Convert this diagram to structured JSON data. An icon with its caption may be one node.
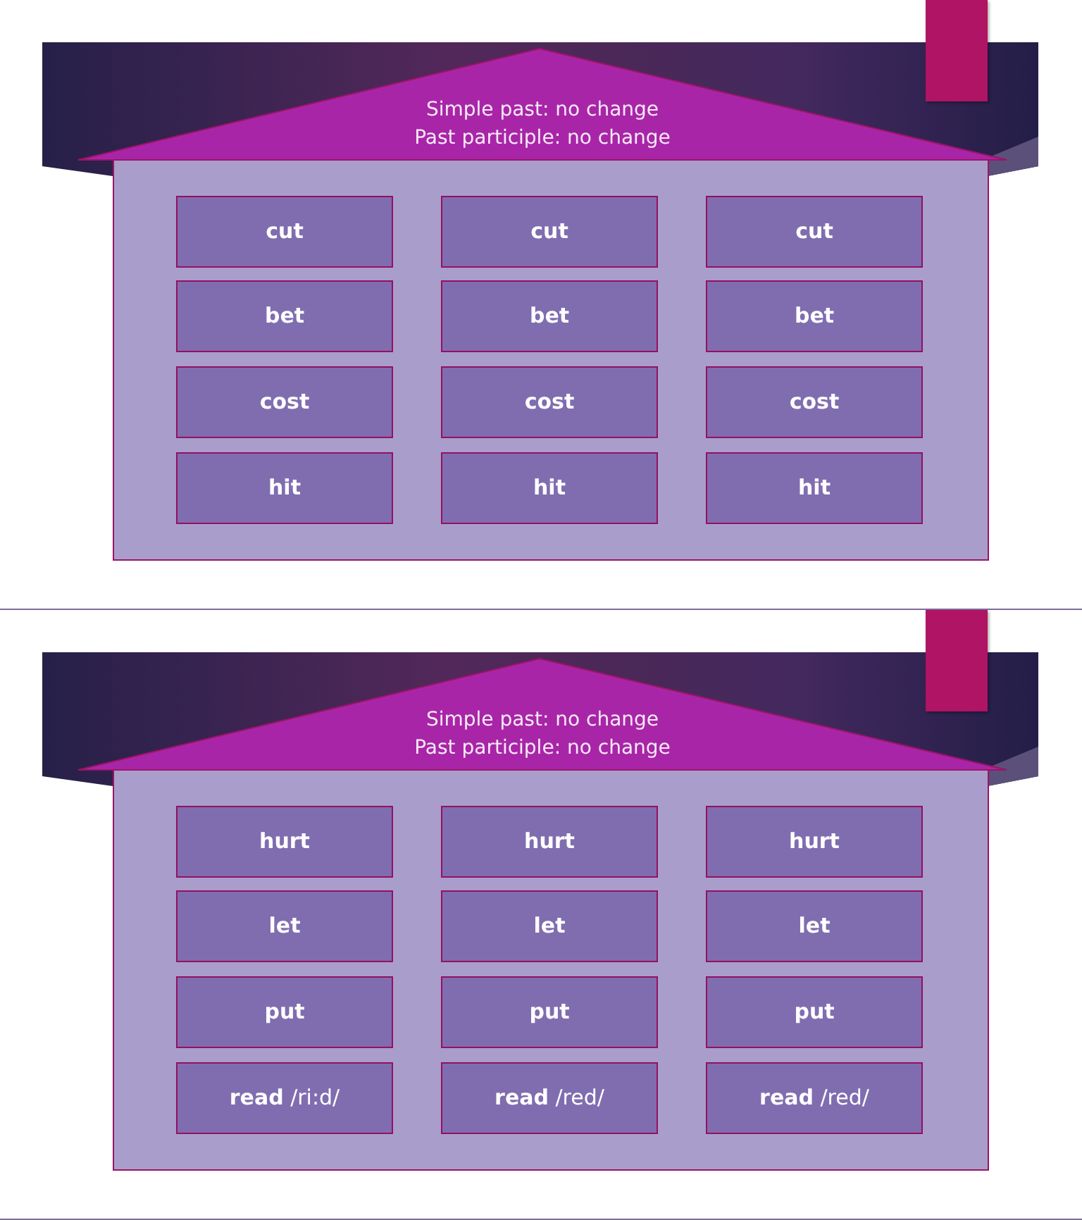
{
  "diagram": {
    "nodes": [
      {
        "text": [
          "Simple past: no change",
          "Past participle: no change"
        ]
      },
      {
        "text": [
          "cut"
        ],
        "in": 0
      },
      {
        "text": [
          "cut"
        ],
        "in": 0
      },
      {
        "text": [
          "cut"
        ],
        "in": 0
      },
      {
        "text": [
          "bet"
        ],
        "in": 0
      },
      {
        "text": [
          "bet"
        ],
        "in": 0
      },
      {
        "text": [
          "bet"
        ],
        "in": 0
      },
      {
        "text": [
          "cost"
        ],
        "in": 0
      },
      {
        "text": [
          "cost"
        ],
        "in": 0
      },
      {
        "text": [
          "cost"
        ],
        "in": 0
      },
      {
        "text": [
          "hit"
        ],
        "in": 0
      },
      {
        "text": [
          "hit"
        ],
        "in": 0
      },
      {
        "text": [
          "hit"
        ],
        "in": 0
      },
      {
        "text": [
          "Simple past: no change",
          "Past participle: no change"
        ]
      },
      {
        "text": [
          "hurt"
        ],
        "in": 13
      },
      {
        "text": [
          "hurt"
        ],
        "in": 13
      },
      {
        "text": [
          "hurt"
        ],
        "in": 13
      },
      {
        "text": [
          "let"
        ],
        "in": 13
      },
      {
        "text": [
          "let"
        ],
        "in": 13
      },
      {
        "text": [
          "let"
        ],
        "in": 13
      },
      {
        "text": [
          "put"
        ],
        "in": 13
      },
      {
        "text": [
          "put"
        ],
        "in": 13
      },
      {
        "text": [
          "put"
        ],
        "in": 13
      },
      {
        "text": [
          "**read** /ri:d/"
        ],
        "in": 13
      },
      {
        "text": [
          "**read** /red/"
        ],
        "in": 13
      },
      {
        "text": [
          "**read** /red/"
        ],
        "in": 13
      }
    ]
  }
}
